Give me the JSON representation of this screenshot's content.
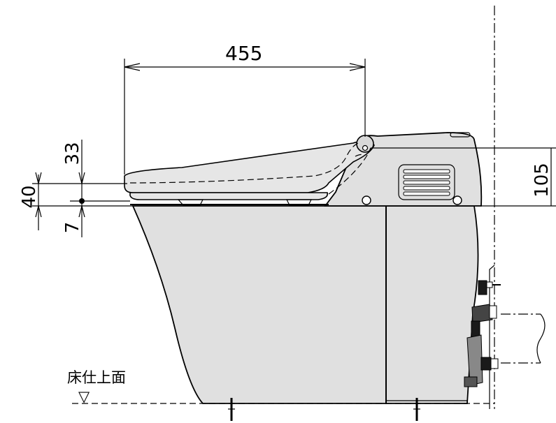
{
  "dimensions": {
    "seat_depth": "455",
    "seat_rise": "33",
    "lid_height": "40",
    "seat_drop": "7",
    "hinge_height": "105"
  },
  "labels": {
    "floor_level": "床仕上面",
    "floor_marker": "▽"
  }
}
